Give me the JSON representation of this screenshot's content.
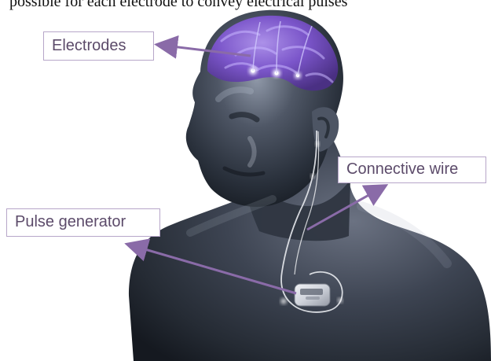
{
  "caption": {
    "text": "possible for each electrode to convey electrical pulses"
  },
  "labels": {
    "electrodes": "Electrodes",
    "connective_wire": "Connective wire",
    "pulse_generator": "Pulse generator"
  },
  "colors": {
    "label_text": "#5c4b6a",
    "label_border": "#b7a6c9",
    "arrow": "#8a6ba8",
    "brain": "#7b55c8",
    "body_dark": "#20262f",
    "body_mid": "#4e5664",
    "body_light": "#8e96a6",
    "background": "#ffffff"
  }
}
